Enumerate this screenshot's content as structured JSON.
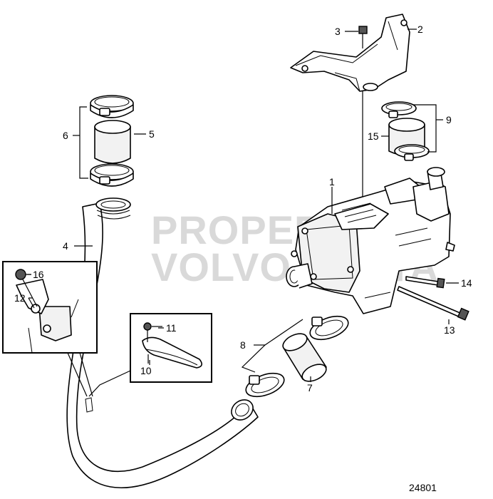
{
  "diagram": {
    "watermark": {
      "line1": "PROPERTY OF",
      "line2": "VOLVO PENTA"
    },
    "drawing_number": "24801",
    "callouts": [
      "1",
      "2",
      "3",
      "4",
      "5",
      "6",
      "7",
      "8",
      "9",
      "10",
      "11",
      "12",
      "13",
      "14",
      "15",
      "16"
    ]
  }
}
